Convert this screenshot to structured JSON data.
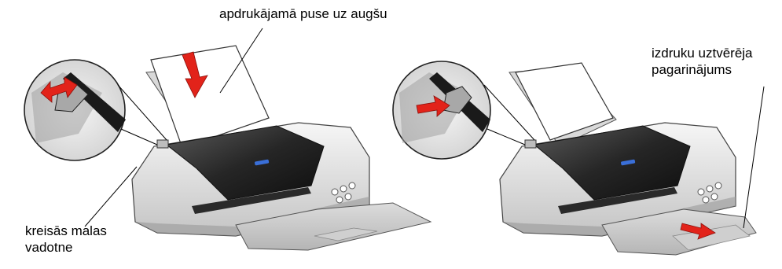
{
  "labels": {
    "paper_side": "apdrukājamā puse uz augšu",
    "edge_guide_line1": "kreisās malas",
    "edge_guide_line2": "vadotne",
    "extension_line1": "izdruku uztvērēja",
    "extension_line2": "pagarinājums"
  },
  "colors": {
    "arrow": "#e2231a",
    "body_light": "#eeeeee",
    "body_mid": "#c9c9c9",
    "body_dark": "#1e1e1e",
    "window_blue": "#3a6fd8"
  },
  "icons": {
    "insert_arrow": "arrow-down-icon",
    "slide_arrow": "double-arrow-icon",
    "push_arrow": "arrow-right-icon"
  }
}
